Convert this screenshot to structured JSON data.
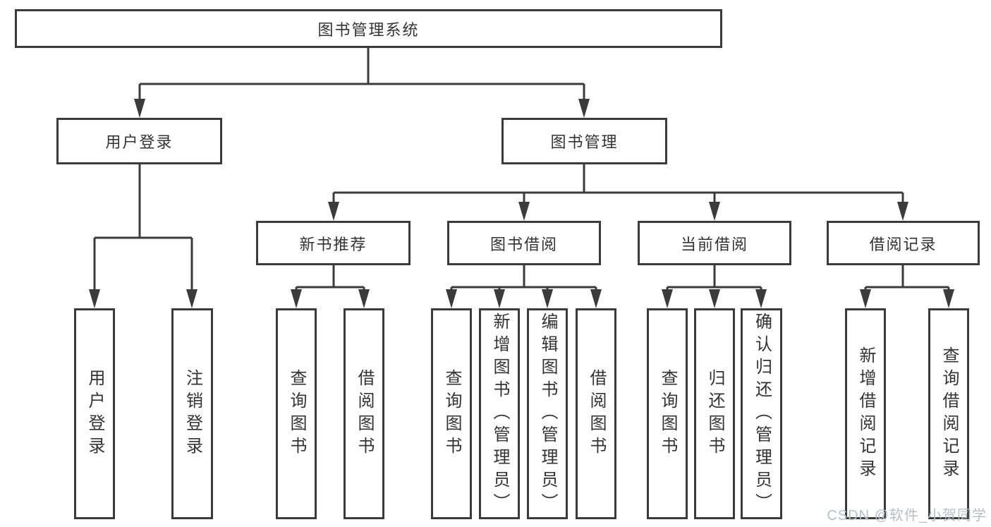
{
  "tree": {
    "root": {
      "label": "图书管理系统"
    },
    "level1": [
      {
        "label": "用户登录",
        "children": [
          {
            "label": "用户登录"
          },
          {
            "label": "注销登录"
          }
        ]
      },
      {
        "label": "图书管理",
        "children": [
          {
            "label": "新书推荐",
            "children": [
              {
                "label": "查询图书"
              },
              {
                "label": "借阅图书"
              }
            ]
          },
          {
            "label": "图书借阅",
            "children": [
              {
                "label": "查询图书"
              },
              {
                "label": "新增图书（管理员）"
              },
              {
                "label": "编辑图书（管理员）"
              },
              {
                "label": "借阅图书"
              }
            ]
          },
          {
            "label": "当前借阅",
            "children": [
              {
                "label": "查询图书"
              },
              {
                "label": "归还图书"
              },
              {
                "label": "确认归还（管理员）"
              }
            ]
          },
          {
            "label": "借阅记录",
            "children": [
              {
                "label": "新增借阅记录"
              },
              {
                "label": "查询借阅记录"
              }
            ]
          }
        ]
      }
    ]
  },
  "watermark": {
    "text": "CSDN @软件_小贺同学"
  },
  "colors": {
    "line": "#3b3b3b",
    "text": "#333333",
    "watermark": "#b9bdc5",
    "background": "#ffffff"
  }
}
